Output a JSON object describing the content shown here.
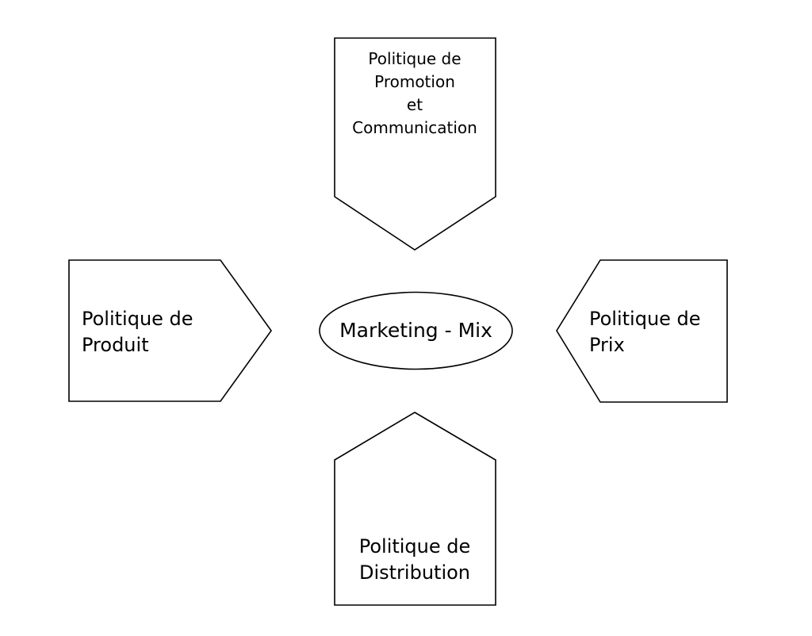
{
  "diagram": {
    "center": {
      "label": "Marketing - Mix"
    },
    "top": {
      "lines": [
        "Politique de",
        "Promotion",
        "et",
        "Communication"
      ]
    },
    "left": {
      "lines": [
        "Politique de",
        "Produit"
      ]
    },
    "right": {
      "lines": [
        "Politique de",
        "Prix"
      ]
    },
    "bottom": {
      "lines": [
        "Politique de",
        "Distribution"
      ]
    }
  },
  "colors": {
    "stroke": "#000000",
    "fill": "#ffffff",
    "text": "#000000"
  }
}
